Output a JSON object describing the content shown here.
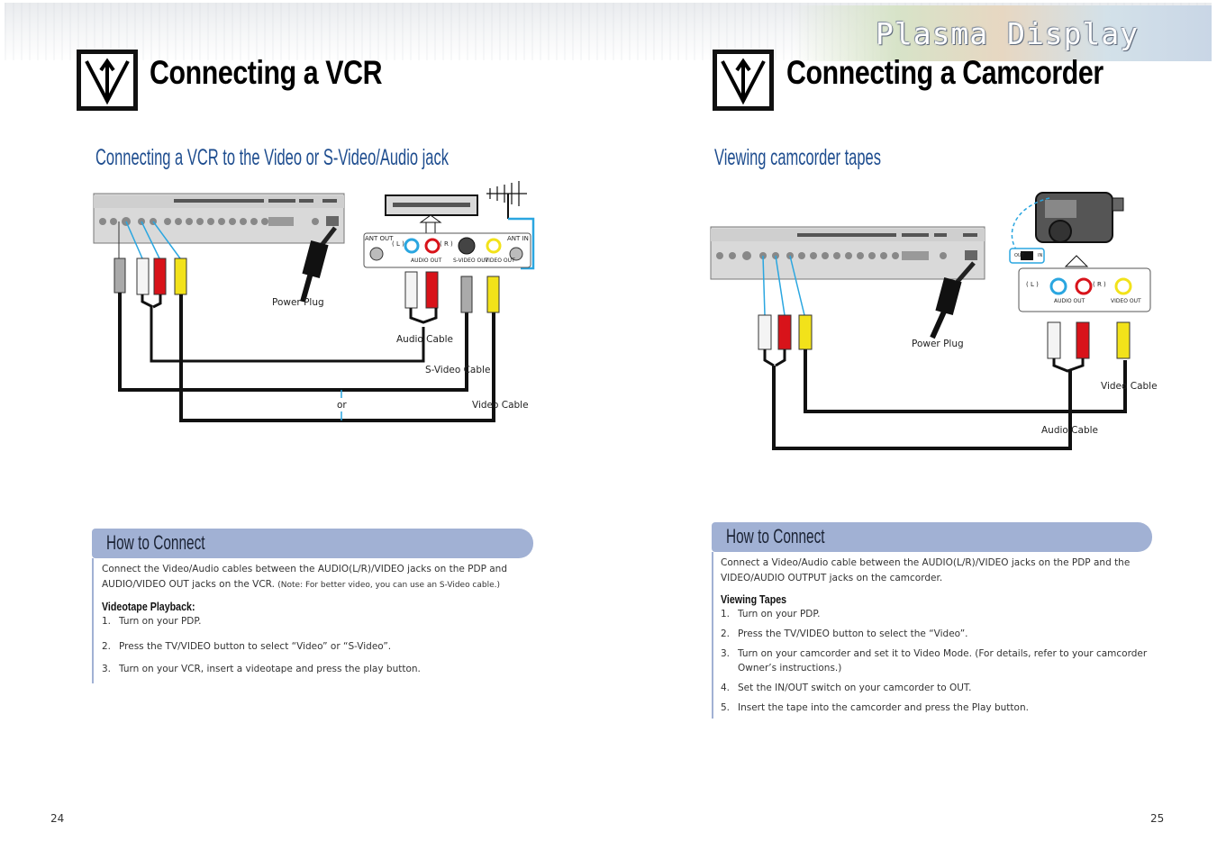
{
  "header": {
    "brand": "Plasma Display"
  },
  "left": {
    "title": "Connecting a VCR",
    "subtitle": "Connecting a VCR to the Video or S-Video/Audio jack",
    "diagram_labels": {
      "ant_out": "ANT OUT",
      "ant_in": "ANT IN",
      "l": "( L )",
      "r": "( R )",
      "audio_out": "AUDIO OUT",
      "svideo_out": "S-VIDEO OUT",
      "video_out": "VIDEO OUT",
      "power_plug": "Power Plug",
      "audio_cable": "Audio Cable",
      "svideo_cable": "S-Video Cable",
      "video_cable": "Video Cable",
      "or": "or"
    },
    "how_to": {
      "heading": "How to Connect",
      "intro": "Connect the Video/Audio cables between the AUDIO(L/R)/VIDEO jacks on the PDP and AUDIO/VIDEO OUT jacks on the VCR.",
      "note": "(Note: For better video, you can use an S-Video cable.)",
      "sub_heading": "Videotape Playback:",
      "steps": [
        {
          "num": "1.",
          "text": "Turn on your PDP."
        },
        {
          "num": "2.",
          "text": "Press the TV/VIDEO button to select “Video” or “S-Video”."
        },
        {
          "num": "3.",
          "text": "Turn on your VCR, insert a videotape and press the play button."
        }
      ]
    },
    "page_number": "24"
  },
  "right": {
    "title": "Connecting a Camcorder",
    "subtitle": "Viewing camcorder tapes",
    "diagram_labels": {
      "l": "( L )",
      "r": "( R )",
      "audio_out": "AUDIO OUT",
      "video_out": "VIDEO OUT",
      "out": "OUT",
      "in": "IN",
      "power_plug": "Power Plug",
      "video_cable": "Video Cable",
      "audio_cable": "Audio Cable"
    },
    "how_to": {
      "heading": "How to Connect",
      "intro": "Connect a Video/Audio cable between the AUDIO(L/R)/VIDEO jacks on the PDP and the VIDEO/AUDIO OUTPUT jacks on the camcorder.",
      "sub_heading": "Viewing Tapes",
      "steps": [
        {
          "num": "1.",
          "text": "Turn on your PDP."
        },
        {
          "num": "2.",
          "text": "Press the TV/VIDEO button to select the “Video”."
        },
        {
          "num": "3.",
          "text": "Turn on your camcorder and set it to Video Mode. (For details, refer to your camcorder",
          "cont": "Owner’s instructions.)"
        },
        {
          "num": "4.",
          "text": "Set the IN/OUT switch on your camcorder to OUT."
        },
        {
          "num": "5.",
          "text": "Insert the tape into the camcorder and press the Play button."
        }
      ]
    },
    "page_number": "25"
  },
  "colors": {
    "accent_bar": "#a1b1d4",
    "subtitle_blue": "#1e4d8f",
    "cable_white": "#f4f4f4",
    "cable_red": "#d8131a",
    "cable_yellow": "#f2e21a",
    "callout_blue": "#2aa6e0"
  }
}
